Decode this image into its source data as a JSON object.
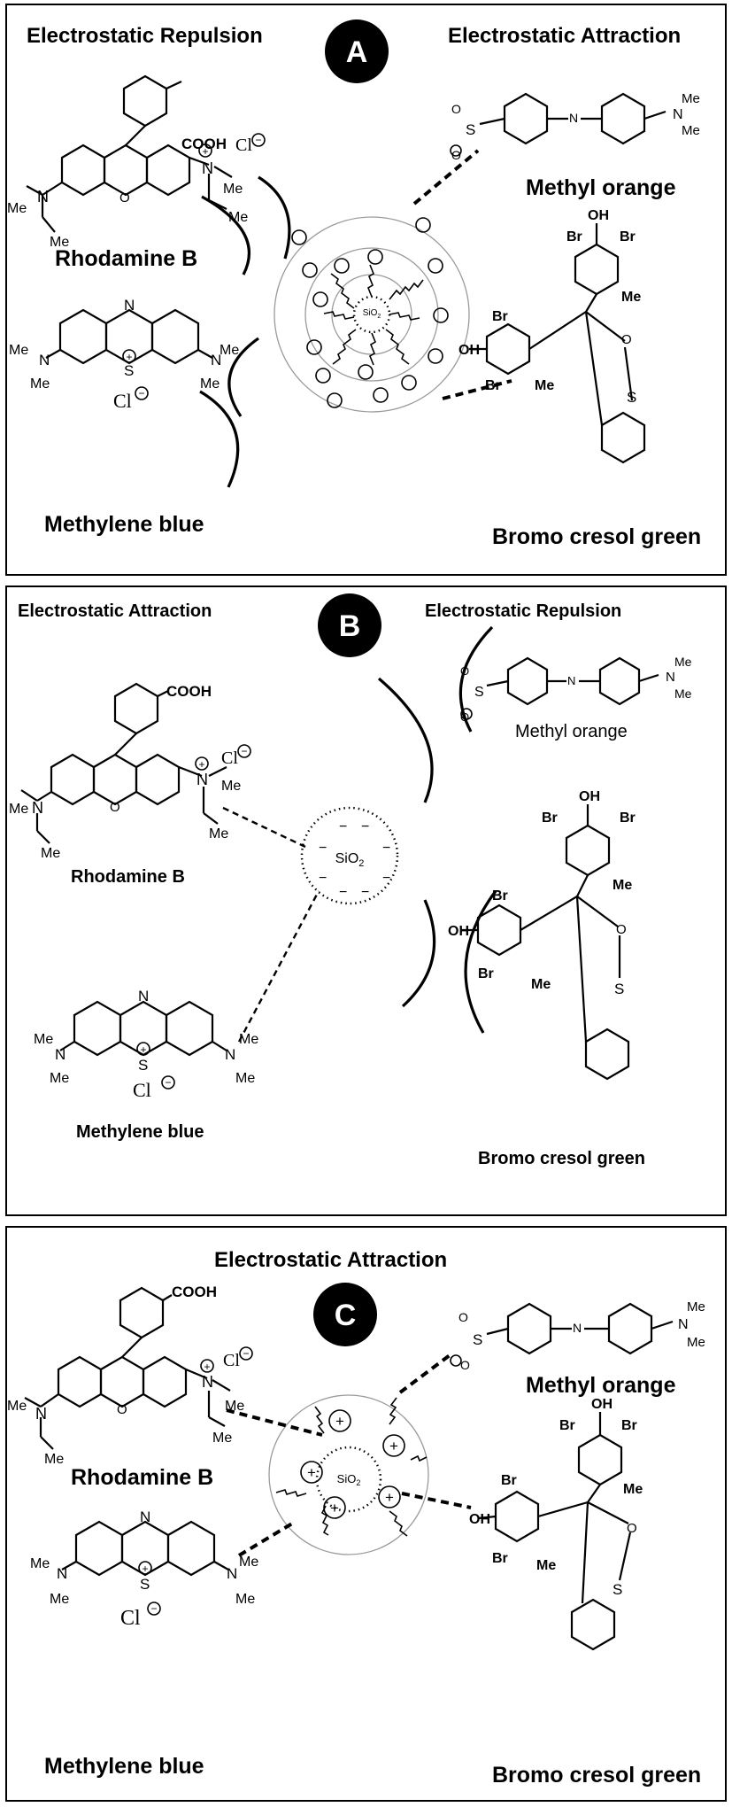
{
  "panel_a": {
    "badge": "A",
    "left_title": "Electrostatic Repulsion",
    "right_title": "Electrostatic Attraction",
    "core": "SiO",
    "core_sub": "2",
    "dyes": {
      "rhodamine": "Rhodamine B",
      "methylene": "Methylene blue",
      "methyl_orange": "Methyl orange",
      "bromocresol": "Bromo cresol green"
    }
  },
  "panel_b": {
    "badge": "B",
    "left_title": "Electrostatic Attraction",
    "right_title": "Electrostatic Repulsion",
    "core": "SiO",
    "core_sub": "2",
    "dyes": {
      "rhodamine": "Rhodamine B",
      "methylene": "Methylene blue",
      "methyl_orange": "Methyl orange",
      "bromocresol": "Bromo cresol green"
    }
  },
  "panel_c": {
    "badge": "C",
    "title": "Electrostatic Attraction",
    "core": "SiO",
    "core_sub": "2",
    "dyes": {
      "rhodamine": "Rhodamine B",
      "methylene": "Methylene blue",
      "methyl_orange": "Methyl orange",
      "bromocresol": "Bromo cresol green"
    }
  },
  "atoms": {
    "cooh": "COOH",
    "me": "Me",
    "n": "N",
    "s": "S",
    "o": "O",
    "oh": "OH",
    "br": "Br",
    "cl": "Cl",
    "plus": "+",
    "minus": "−"
  }
}
